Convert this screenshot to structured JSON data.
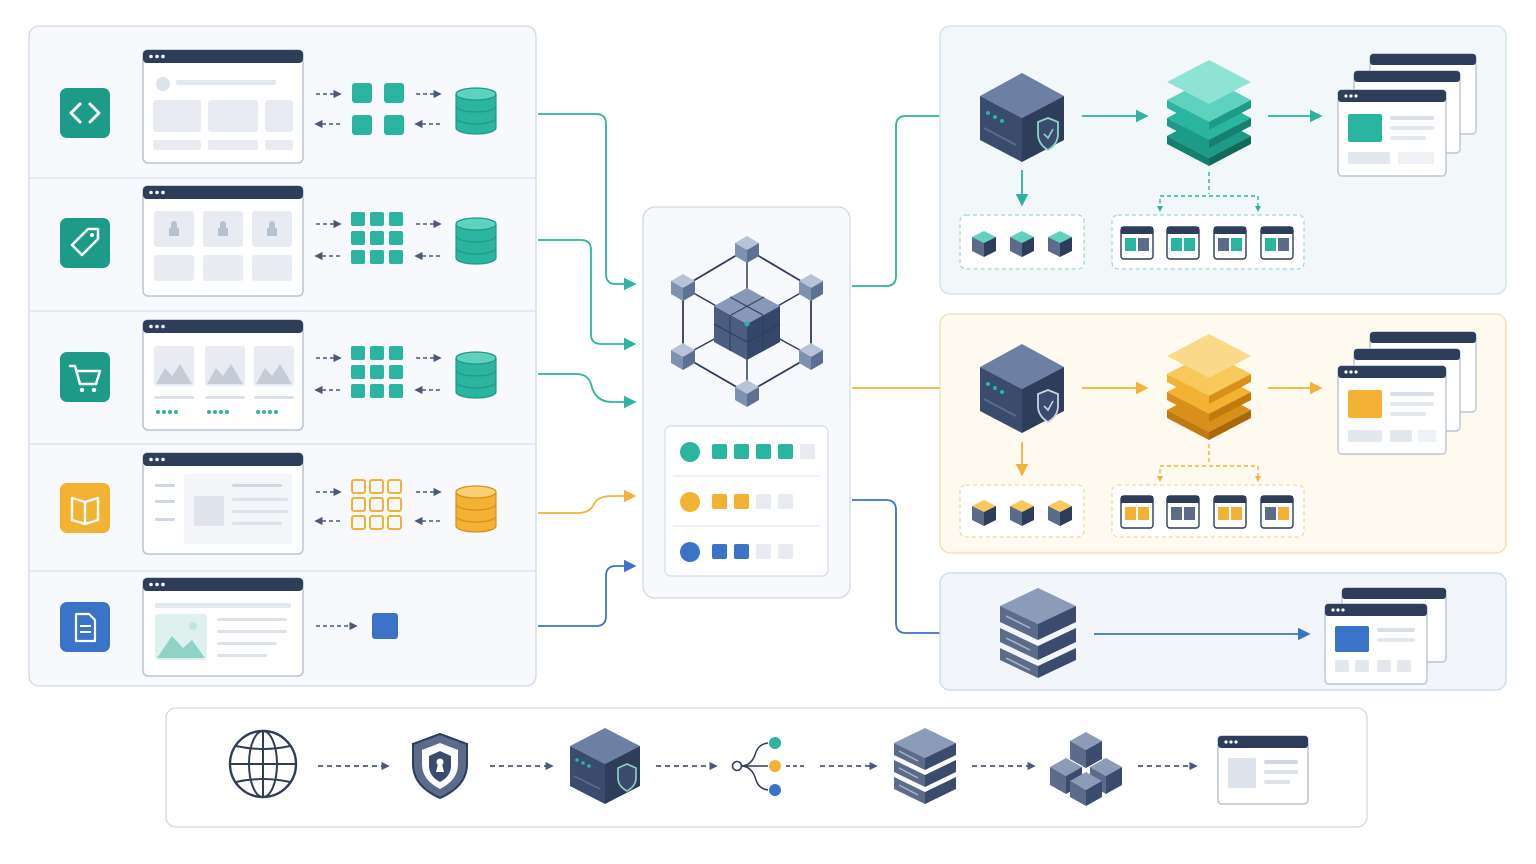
{
  "colors": {
    "teal": "#2bb5a0",
    "teal_dark": "#1d9a88",
    "amber": "#f3b234",
    "amber_dark": "#d8901a",
    "blue": "#3b73c9",
    "blue_dark": "#2a58a3",
    "navy": "#2e3d59",
    "slate": "#5b6b89",
    "panel_border": "#cfd8e3",
    "panel_bg": "#f7f9fc",
    "teal_panel_bg": "#f2f8fa",
    "amber_panel_bg": "#fffaf0",
    "blue_panel_bg": "#f2f6fb"
  },
  "sources": [
    {
      "icon": "code-icon",
      "color": "teal",
      "mockup": "app-layout",
      "grid": "2x2",
      "store": "database",
      "bidirectional": true
    },
    {
      "icon": "tag-icon",
      "color": "teal",
      "mockup": "product-cards",
      "grid": "3x3",
      "store": "database",
      "bidirectional": true
    },
    {
      "icon": "cart-icon",
      "color": "teal",
      "mockup": "gallery-cards",
      "grid": "3x3",
      "store": "database",
      "bidirectional": true
    },
    {
      "icon": "book-icon",
      "color": "amber",
      "mockup": "article",
      "grid": "3x3",
      "store": "database",
      "bidirectional": true
    },
    {
      "icon": "document-icon",
      "color": "blue",
      "mockup": "media-post",
      "grid": "single",
      "store": "none",
      "bidirectional": false
    }
  ],
  "hub": {
    "icon": "network-cube-icon",
    "queues": [
      {
        "color": "teal",
        "filled": 4,
        "total": 5
      },
      {
        "color": "amber",
        "filled": 2,
        "total": 4
      },
      {
        "color": "blue",
        "filled": 2,
        "total": 4
      }
    ]
  },
  "outputs": [
    {
      "color": "teal",
      "stages": [
        "secure-server-icon",
        "database-stack-icon",
        "browser-windows-icon"
      ],
      "sub_items": [
        "cube-icon",
        "cube-icon",
        "cube-icon"
      ],
      "sub_windows": 4
    },
    {
      "color": "amber",
      "stages": [
        "secure-server-icon",
        "database-stack-icon",
        "browser-windows-icon"
      ],
      "sub_items": [
        "cube-icon",
        "cube-icon",
        "cube-icon"
      ],
      "sub_windows": 4
    },
    {
      "color": "blue",
      "stages": [
        "server-stack-icon",
        "browser-windows-icon"
      ]
    }
  ],
  "pipeline": [
    "globe-icon",
    "shield-icon",
    "secure-server-icon",
    "router-branch-icon",
    "server-stack-icon",
    "cube-cluster-icon",
    "browser-window-icon"
  ]
}
